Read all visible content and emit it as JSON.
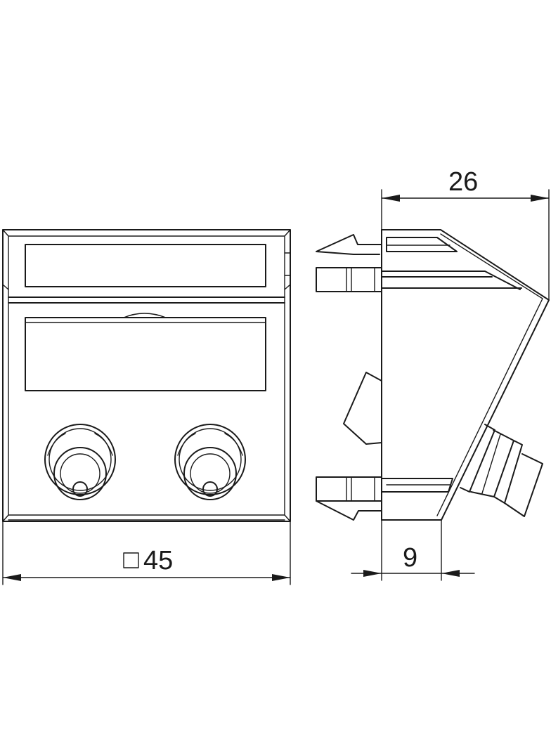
{
  "dimensions": {
    "width_label": "45",
    "depth_label": "26",
    "offset_label": "9"
  },
  "symbols": {
    "square_symbol": "square-outline-icon"
  },
  "colors": {
    "line": "#1a1a1a",
    "background": "#ffffff"
  }
}
